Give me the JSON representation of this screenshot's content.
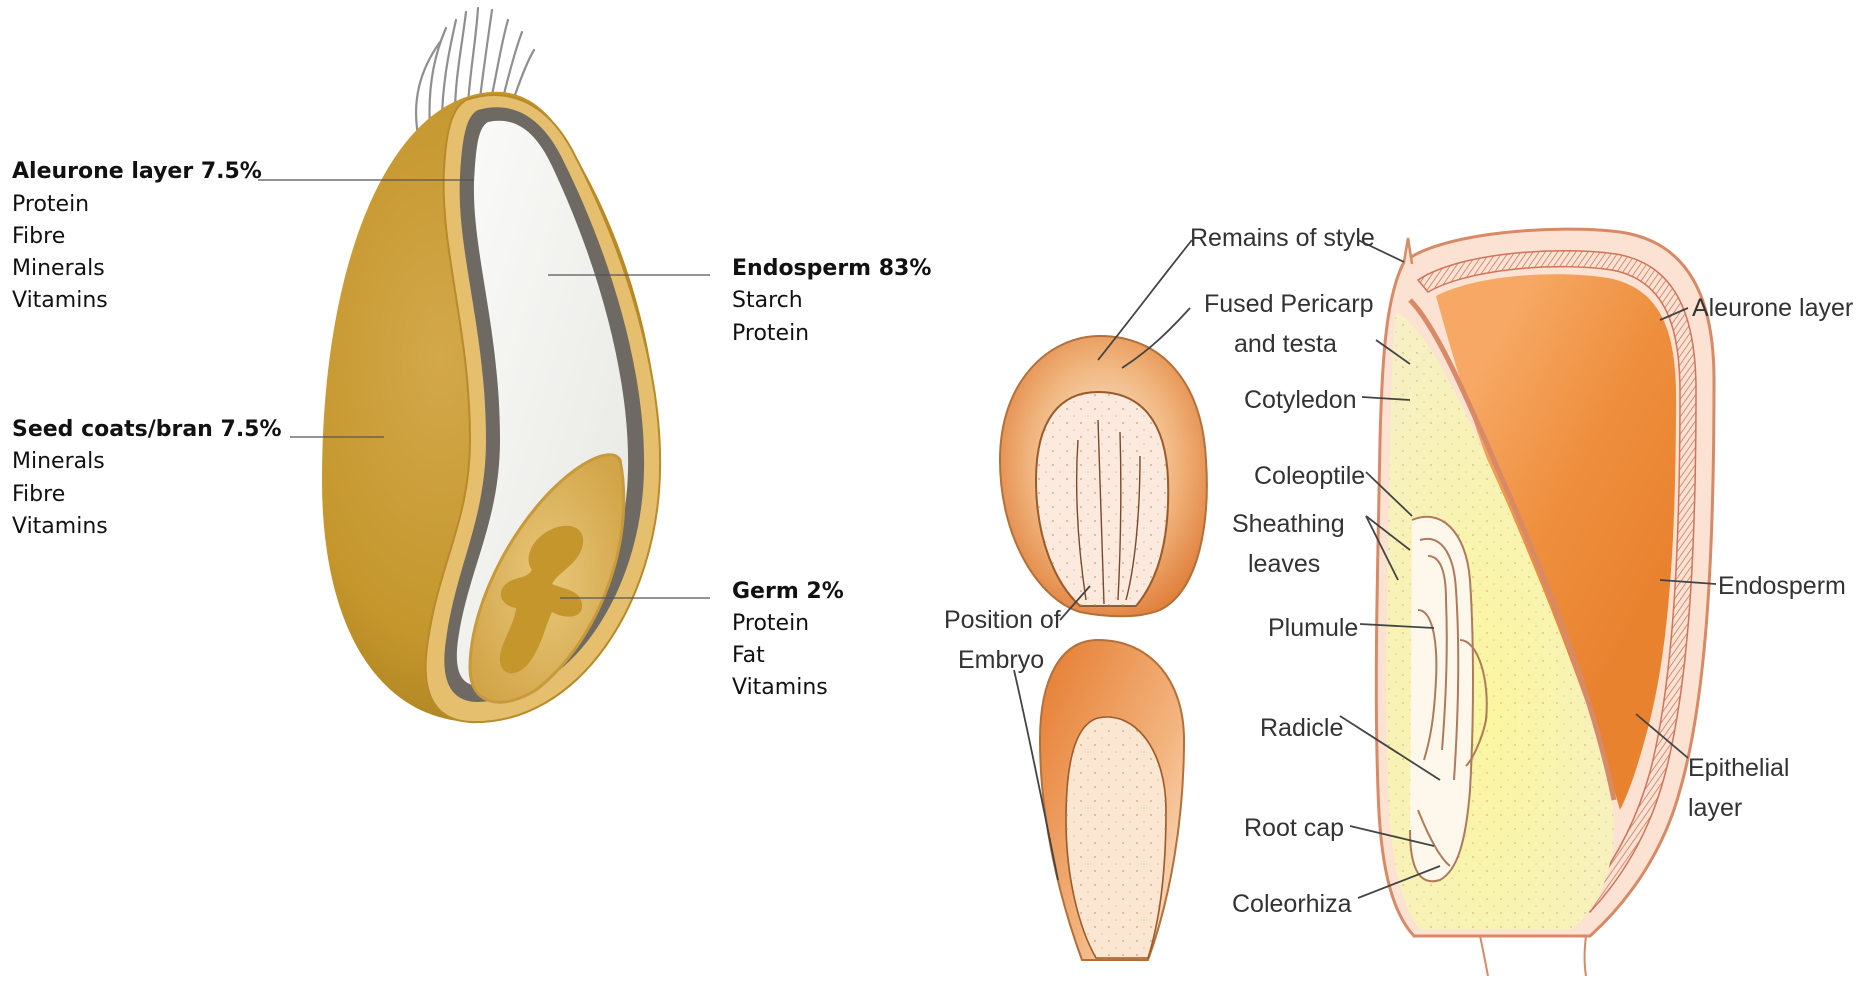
{
  "wheat": {
    "aleurone": {
      "title": "Aleurone layer 7.5%",
      "items": [
        "Protein",
        "Fibre",
        "Minerals",
        "Vitamins"
      ]
    },
    "bran": {
      "title": "Seed coats/bran 7.5%",
      "items": [
        "Minerals",
        "Fibre",
        "Vitamins"
      ]
    },
    "endosperm": {
      "title": "Endosperm 83%",
      "items": [
        "Starch",
        "Protein"
      ]
    },
    "germ": {
      "title": "Germ 2%",
      "items": [
        "Protein",
        "Fat",
        "Vitamins"
      ]
    }
  },
  "maize": {
    "labels": {
      "remains_of_style": "Remains of style",
      "fused_pericarp_1": "Fused Pericarp",
      "fused_pericarp_2": "and testa",
      "cotyledon": "Cotyledon",
      "coleoptile": "Coleoptile",
      "sheathing_1": "Sheathing",
      "sheathing_2": "leaves",
      "plumule": "Plumule",
      "radicle": "Radicle",
      "root_cap": "Root cap",
      "coleorhiza": "Coleorhiza",
      "position_1": "Position of",
      "position_2": "Embryo",
      "aleurone_layer": "Aleurone layer",
      "endosperm": "Endosperm",
      "epithelial_1": "Epithelial",
      "epithelial_2": "layer"
    }
  },
  "colors": {
    "bran": "#c4962c",
    "bran_dark": "#9c7418",
    "aleurone": "#6e6a63",
    "endosperm": "#f1f1ee",
    "germ": "#dcb660",
    "maize_orange": "#e98a3a",
    "maize_yellow": "#f8f3a8",
    "maize_outline": "#d88a66"
  }
}
